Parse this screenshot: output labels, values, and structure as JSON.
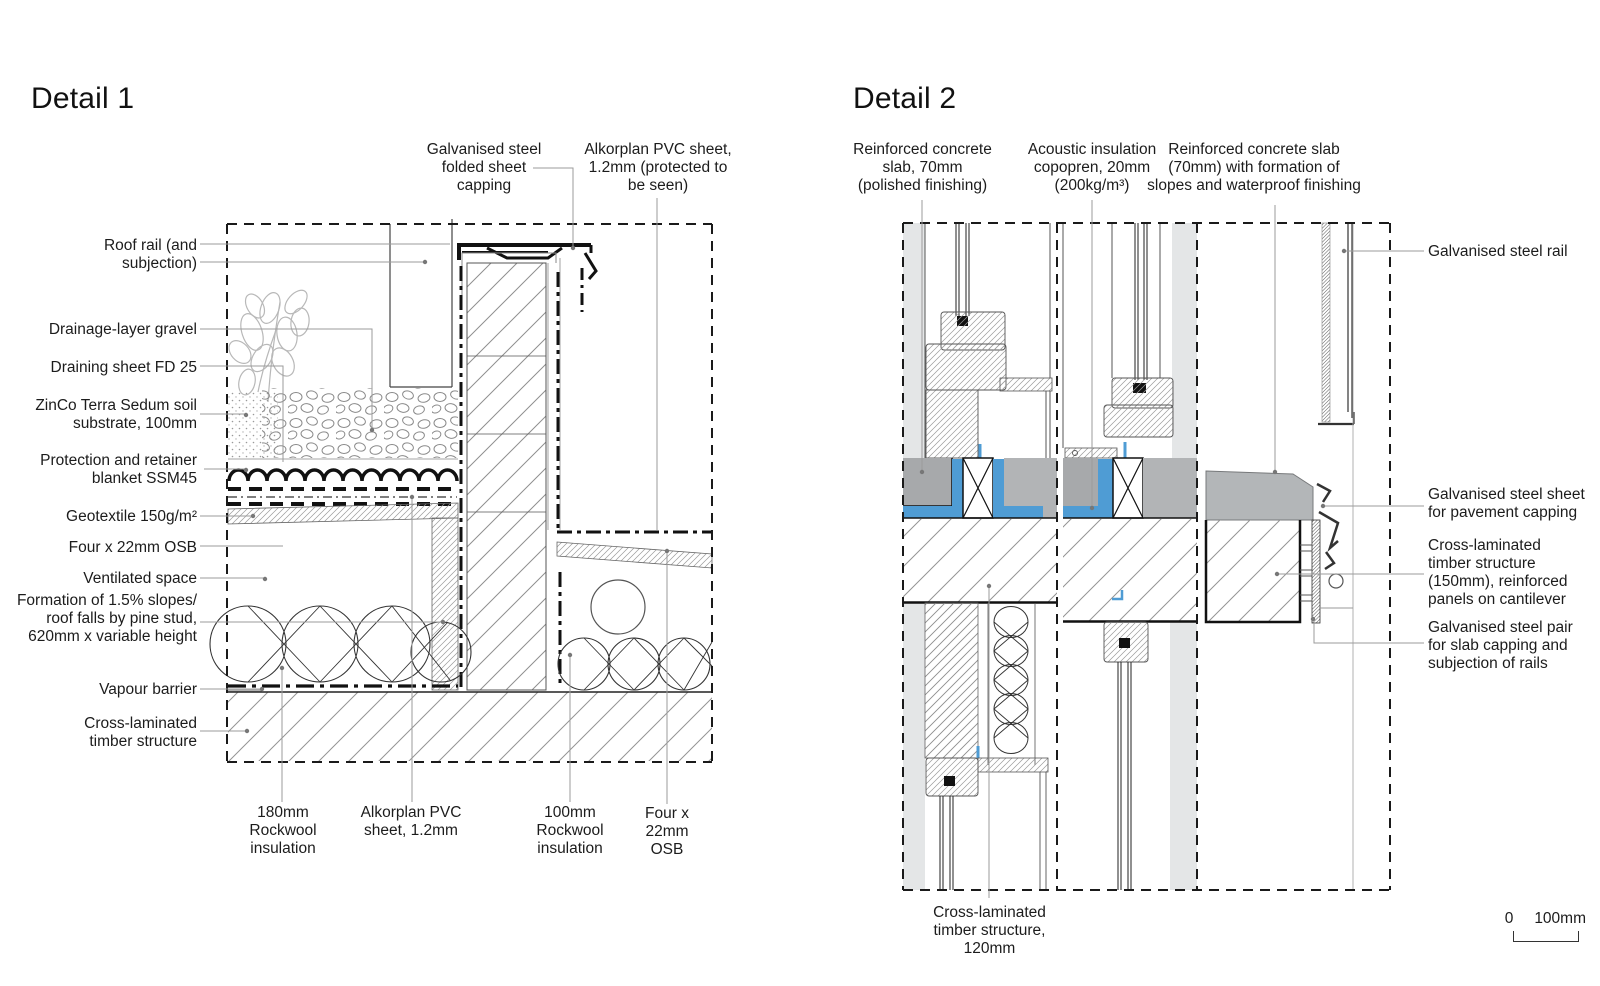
{
  "titles": {
    "detail1": "Detail 1",
    "detail2": "Detail 2"
  },
  "d1": {
    "roof_rail": "Roof rail (and\nsubjection)",
    "drainage_gravel": "Drainage-layer gravel",
    "draining_sheet": "Draining sheet FD 25",
    "substrate": "ZinCo Terra Sedum soil\nsubstrate, 100mm",
    "protection_blanket": "Protection and retainer\nblanket SSM45",
    "geotextile": "Geotextile 150g/m²",
    "osb_left": "Four x 22mm OSB",
    "ventilated_space": "Ventilated space",
    "slopes_formation": "Formation of 1.5% slopes/\nroof falls by pine stud,\n620mm x variable height",
    "vapour_barrier": "Vapour barrier",
    "clt": "Cross-laminated\ntimber structure",
    "capping": "Galvanised steel\nfolded sheet\ncapping",
    "pvc_protected": "Alkorplan PVC sheet,\n1.2mm (protected to\nbe seen)",
    "rockwool_180": "180mm\nRockwool\ninsulation",
    "pvc_sheet": "Alkorplan PVC\nsheet, 1.2mm",
    "rockwool_100": "100mm\nRockwool\ninsulation",
    "osb_bottom": "Four x\n22mm\nOSB"
  },
  "d2": {
    "rc_slab_polished": "Reinforced concrete\nslab, 70mm\n(polished finishing)",
    "acoustic_insulation": "Acoustic insulation\ncopopren, 20mm\n(200kg/m³)",
    "rc_slab_slopes": "Reinforced concrete slab\n(70mm) with formation of\nslopes and waterproof finishing",
    "steel_rail": "Galvanised steel rail",
    "steel_sheet_capping": "Galvanised steel sheet\nfor pavement capping",
    "clt_150": "Cross-laminated\ntimber structure\n(150mm), reinforced\npanels on cantilever",
    "steel_pair": "Galvanised steel pair\nfor slab capping and\nsubjection of rails",
    "clt_120": "Cross-laminated\ntimber structure,\n120mm"
  },
  "scale_bar": {
    "zero": "0",
    "max": "100mm"
  },
  "colors": {
    "waterproofing_blue": "#4f9cd4",
    "concrete_gray": "#aeb0b2",
    "wall_light_gray": "#e4e6e7",
    "line_black": "#1a1a1a",
    "leader_gray": "#9b9b9b"
  }
}
